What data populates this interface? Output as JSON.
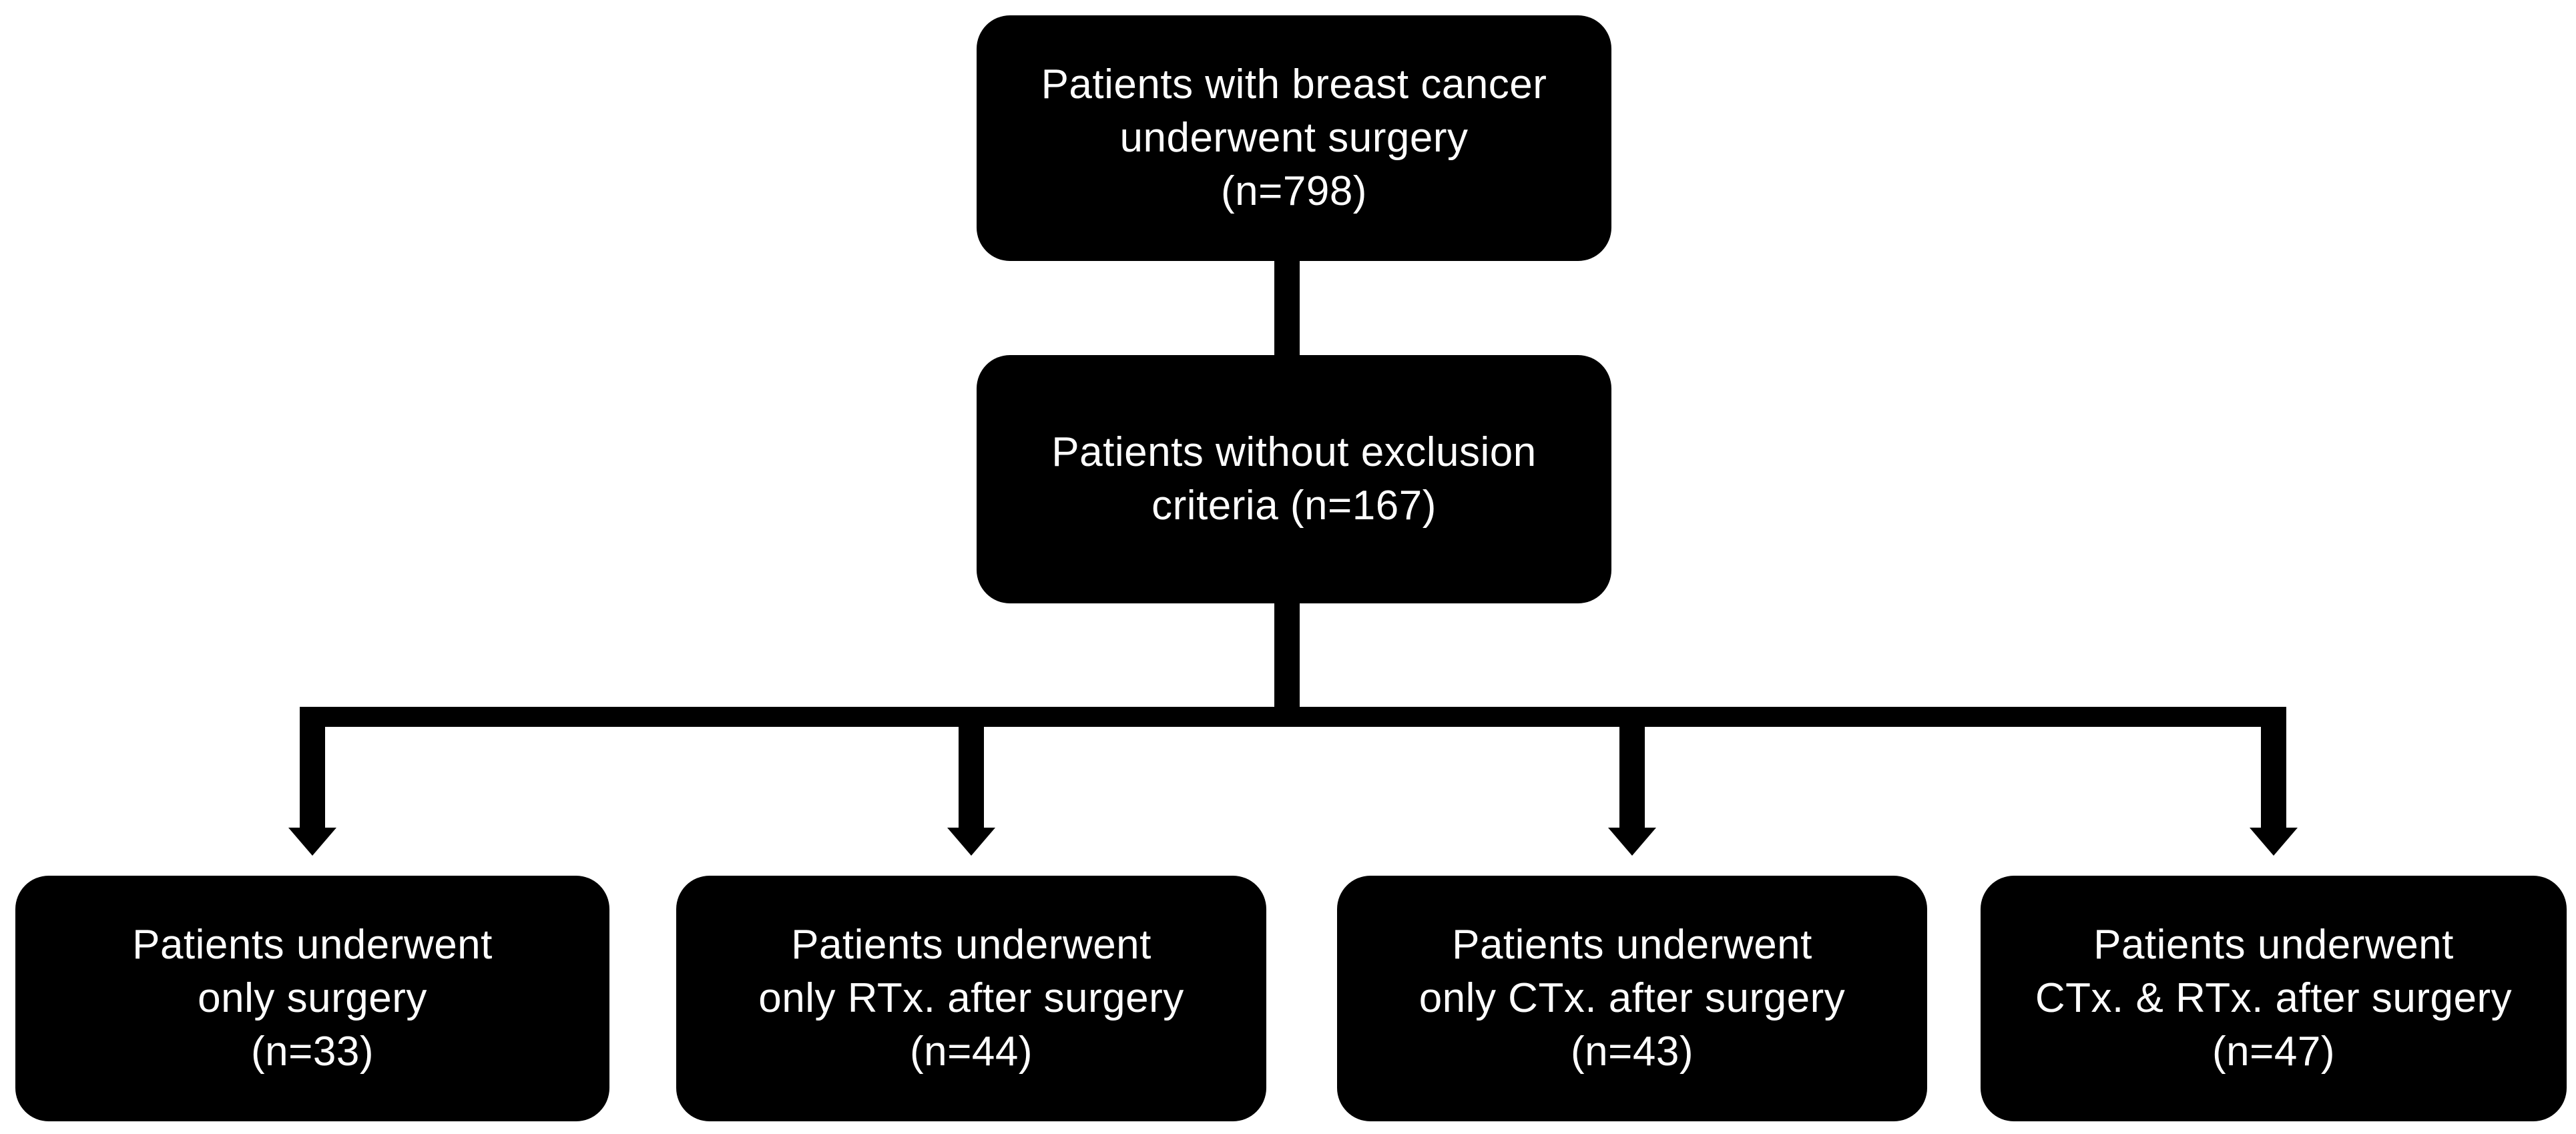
{
  "colors": {
    "background": "#ffffff",
    "node_fill": "#000000",
    "node_text": "#ffffff",
    "connector": "#000000"
  },
  "nodes": {
    "root": {
      "n": 798,
      "lines": [
        "Patients with breast cancer",
        "underwent surgery",
        "(n=798)"
      ]
    },
    "eligible": {
      "n": 167,
      "lines": [
        "Patients without exclusion",
        "criteria (n=167)"
      ]
    },
    "leaves": [
      {
        "n": 33,
        "lines": [
          "Patients underwent",
          "only surgery",
          "(n=33)"
        ]
      },
      {
        "n": 44,
        "lines": [
          "Patients underwent",
          "only RTx. after surgery",
          "(n=44)"
        ]
      },
      {
        "n": 43,
        "lines": [
          "Patients underwent",
          "only CTx. after surgery",
          "(n=43)"
        ]
      },
      {
        "n": 47,
        "lines": [
          "Patients underwent",
          "CTx. & RTx. after surgery",
          "(n=47)"
        ]
      }
    ]
  }
}
